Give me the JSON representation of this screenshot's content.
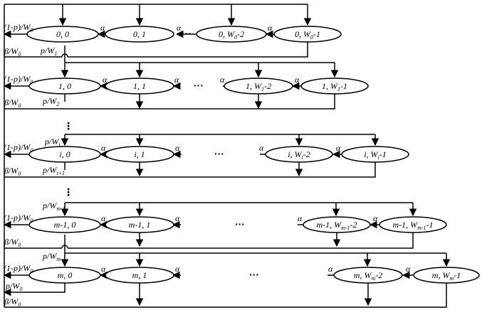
{
  "states": [
    {
      "a": "0",
      "b": "0"
    },
    {
      "a": "0",
      "b": "1"
    },
    {
      "a": "0",
      "b": "W",
      "bsub": "0",
      "bend": "-2"
    },
    {
      "a": "0",
      "b": "W",
      "bsub": "0",
      "bend": "-1"
    },
    {
      "a": "1",
      "b": "0"
    },
    {
      "a": "1",
      "b": "1"
    },
    {
      "a": "1",
      "b": "W",
      "bsub": "1",
      "bend": "-2"
    },
    {
      "a": "1",
      "b": "W",
      "bsub": "1",
      "bend": "-1"
    },
    {
      "a": "i",
      "b": "0"
    },
    {
      "a": "i",
      "b": "1"
    },
    {
      "a": "i",
      "b": "W",
      "bsub": "i",
      "bend": "-2"
    },
    {
      "a": "i",
      "b": "W",
      "bsub": "i",
      "bend": "-1"
    },
    {
      "a": "m-1",
      "b": "0"
    },
    {
      "a": "m-1",
      "b": "1"
    },
    {
      "a": "m-1",
      "b": "W",
      "bsub": "m-1",
      "bend": "-2"
    },
    {
      "a": "m-1",
      "b": "W",
      "bsub": "m-1",
      "bend": "-1"
    },
    {
      "a": "m",
      "b": "0"
    },
    {
      "a": "m",
      "b": "1"
    },
    {
      "a": "m",
      "b": "W",
      "bsub": "m",
      "bend": "-2"
    },
    {
      "a": "m",
      "b": "W",
      "bsub": "m",
      "bend": "-1"
    }
  ],
  "labels": {
    "alpha": "α",
    "one_minus_p_over_w0": {
      "main": "(1-p)/W",
      "sub": "0"
    },
    "beta_over_w0": {
      "main": "β/W",
      "sub": "0"
    },
    "p_over_w0": {
      "main": "p/W",
      "sub": "0"
    },
    "p_over_w1": {
      "main": "p/W",
      "sub": "1"
    },
    "p_over_w2": {
      "main": "p/W",
      "sub": "2"
    },
    "p_over_wi": {
      "main": "p/W",
      "sub": "i"
    },
    "p_over_wi1": {
      "main": "p/W",
      "sub": "i+1"
    },
    "p_over_wm1": {
      "main": "p/W",
      "sub": "m-1"
    },
    "p_over_wm": {
      "main": "p/W",
      "sub": "m"
    },
    "dots_h": "···",
    "dots_v": "⋮"
  }
}
